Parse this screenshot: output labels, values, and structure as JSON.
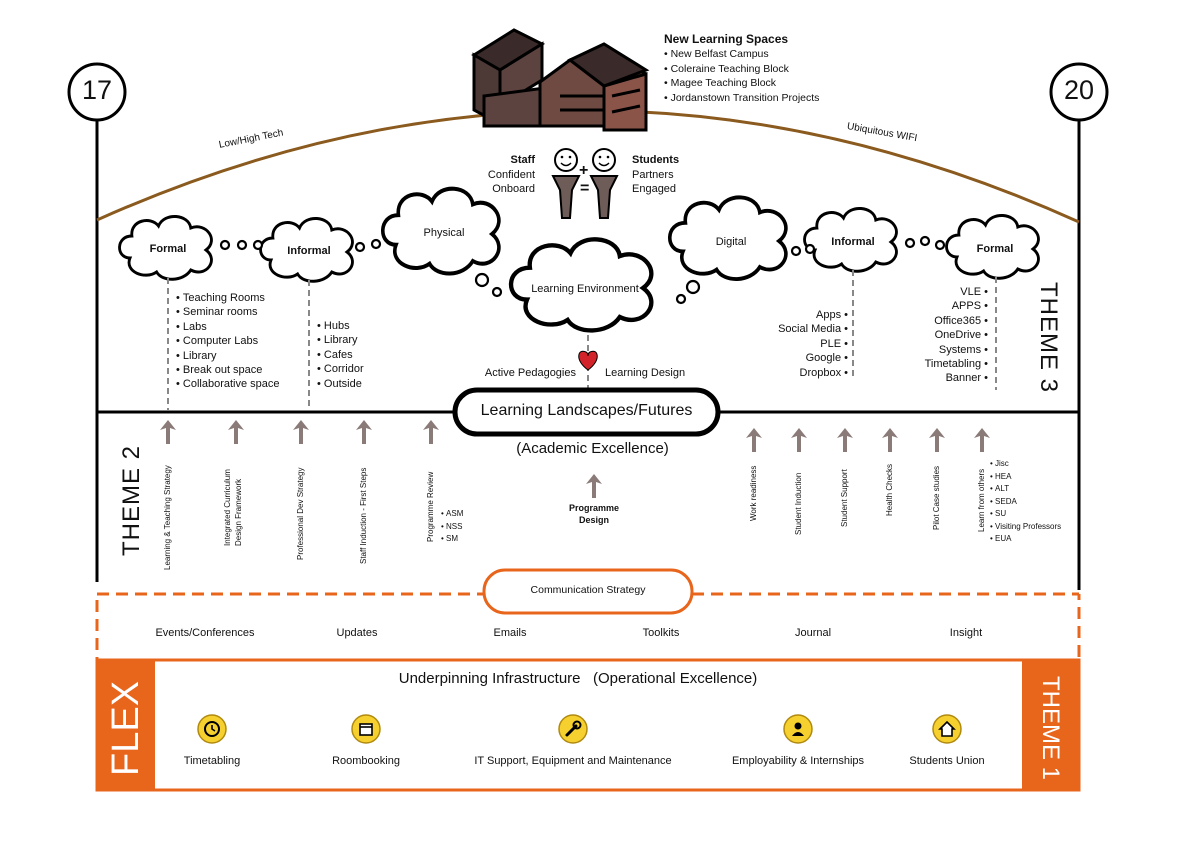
{
  "timeline": {
    "start": "17",
    "end": "20"
  },
  "spaces": {
    "title": "New Learning Spaces",
    "items": [
      "New Belfast Campus",
      "Coleraine Teaching Block",
      "Magee Teaching Block",
      "Jordanstown Transition Projects"
    ]
  },
  "arc": {
    "left_label": "Low/High Tech",
    "right_label": "Ubiquitous WIFI"
  },
  "people": {
    "staff_title": "Staff",
    "staff_lines": [
      "Confident",
      "Onboard"
    ],
    "students_title": "Students",
    "students_lines": [
      "Partners",
      "Engaged"
    ],
    "plus": "+",
    "equals": "="
  },
  "clouds": {
    "formal_left": "Formal",
    "informal_left": "Informal",
    "physical": "Physical",
    "learning_env": "Learning Environment",
    "digital": "Digital",
    "informal_right": "Informal",
    "formal_right": "Formal"
  },
  "physical_formal_items": [
    "Teaching Rooms",
    "Seminar rooms",
    "Labs",
    "Computer Labs",
    "Library",
    "Break out space",
    "Collaborative space"
  ],
  "physical_informal_items": [
    "Hubs",
    "Library",
    "Cafes",
    "Corridor",
    "Outside"
  ],
  "digital_informal_items": [
    "Apps",
    "Social Media",
    "PLE",
    "Google",
    "Dropbox"
  ],
  "digital_formal_items": [
    "VLE",
    "APPS",
    "Office365",
    "OneDrive",
    "Systems",
    "Timetabling",
    "Banner"
  ],
  "center": {
    "left_label": "Active Pedagogies",
    "right_label": "Learning Design",
    "landscapes": "Learning Landscapes/Futures",
    "academic": "(Academic Excellence)",
    "programme_design": [
      "Programme",
      "Design"
    ]
  },
  "themes": {
    "theme1": "THEME 1",
    "theme2": "THEME 2",
    "theme3": "THEME 3",
    "flex": "FLEX"
  },
  "theme2_items": [
    {
      "label": "Learning & Teaching Strategy"
    },
    {
      "label": "Integrated Curriculum Design Framework"
    },
    {
      "label": "Professional Dev  Strategy"
    },
    {
      "label": "Staff Induction - First Steps"
    },
    {
      "label": "Programme Review"
    }
  ],
  "programme_review_sub": [
    "ASM",
    "NSS",
    "SM"
  ],
  "right_items": [
    {
      "label": "Work readiness"
    },
    {
      "label": "Student  Induction"
    },
    {
      "label": "Student Support"
    },
    {
      "label": "Health Checks"
    },
    {
      "label": "Pilot Case studies"
    },
    {
      "label": "Learn from others"
    }
  ],
  "learn_from_others_sub": [
    "Jisc",
    "HEA",
    "ALT",
    "SEDA",
    "SU",
    "Visiting Professors",
    "EUA"
  ],
  "communication": {
    "title": "Communication Strategy",
    "items": [
      "Events/Conferences",
      "Updates",
      "Emails",
      "Toolkits",
      "Journal",
      "Insight"
    ]
  },
  "infrastructure": {
    "title": "Underpinning Infrastructure   (Operational Excellence)",
    "items": [
      {
        "label": "Timetabling",
        "icon": "clock-icon"
      },
      {
        "label": "Roombooking",
        "icon": "calendar-icon"
      },
      {
        "label": "IT Support, Equipment and Maintenance",
        "icon": "wrench-icon"
      },
      {
        "label": "Employability & Internships",
        "icon": "person-icon"
      },
      {
        "label": "Students Union",
        "icon": "home-icon"
      }
    ]
  },
  "colors": {
    "orange": "#e8651c",
    "brown": "#8a5a1e",
    "building": "#5c4340",
    "heart": "#d2232a",
    "icon_yellow": "#f6d02f"
  }
}
